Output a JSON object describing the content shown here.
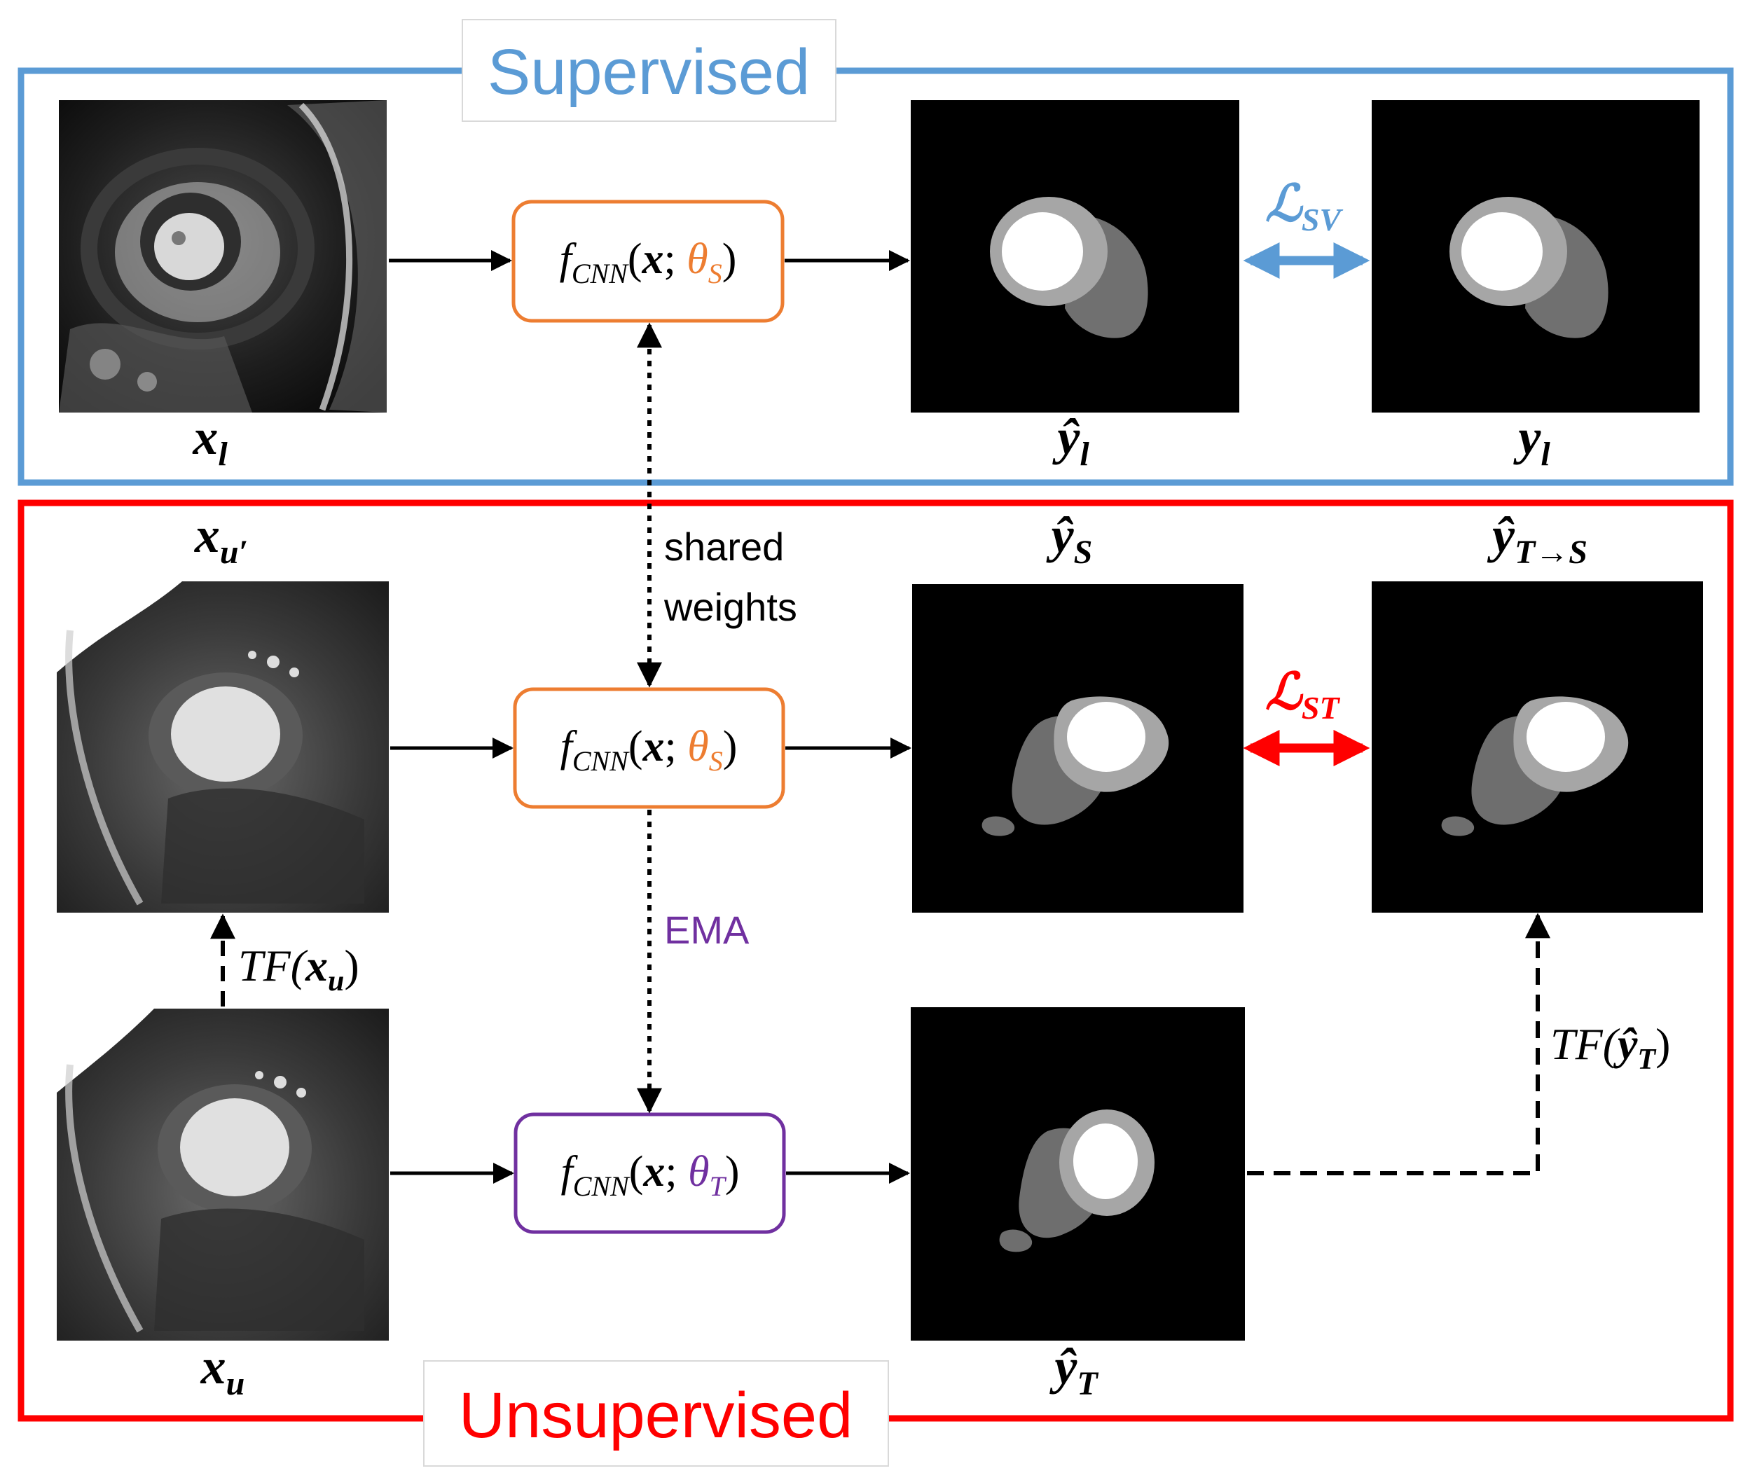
{
  "colors": {
    "supervised": "#5b9bd5",
    "unsupervised": "#ff0000",
    "student": "#ed7d31",
    "teacher": "#7030a0",
    "arrow": "#000000"
  },
  "sections": {
    "supervised_title": "Supervised",
    "unsupervised_title": "Unsupervised"
  },
  "networks": {
    "f": "f",
    "sub": "CNN",
    "open": "(",
    "x": "x",
    "semi": ";",
    "theta": "θ",
    "student_sub": "S",
    "teacher_sub": "T",
    "close": ")"
  },
  "labels": {
    "x_l": {
      "base": "x",
      "sub": "l"
    },
    "yhat_l": {
      "base": "ŷ",
      "sub": "l"
    },
    "y_l": {
      "base": "y",
      "sub": "l"
    },
    "x_uprime": {
      "base": "x",
      "sub": "u′"
    },
    "yhat_S": {
      "base": "ŷ",
      "sub": "S"
    },
    "yhat_TS": {
      "base": "ŷ",
      "sub": "T→S"
    },
    "x_u": {
      "base": "x",
      "sub": "u"
    },
    "yhat_T": {
      "base": "ŷ",
      "sub": "T"
    }
  },
  "losses": {
    "sv": {
      "base": "ℒ",
      "sub": "SV"
    },
    "st": {
      "base": "ℒ",
      "sub": "ST"
    }
  },
  "annotations": {
    "shared_line1": "shared",
    "shared_line2": "weights",
    "ema": "EMA",
    "tf_x": {
      "prefix": "TF(",
      "base": "x",
      "sub": "u",
      "suffix": ")"
    },
    "tf_y": {
      "prefix": "TF(",
      "base": "ŷ",
      "sub": "T",
      "suffix": ")"
    }
  }
}
